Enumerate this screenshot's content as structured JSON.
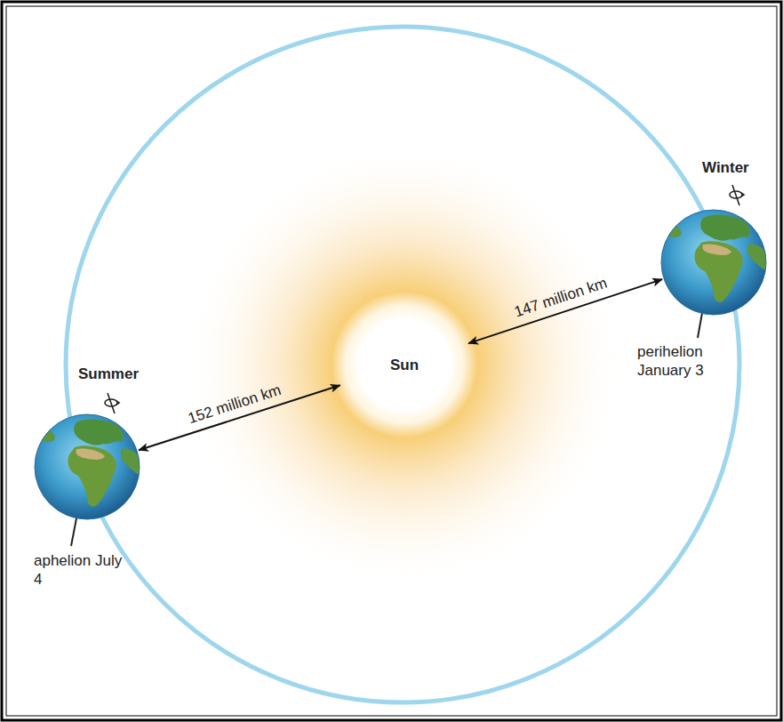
{
  "diagram": {
    "nodes": [
      {
        "text": [
          "Winter",
          "perihelion January 3"
        ]
      },
      {
        "text": [
          "Sun"
        ]
      },
      {
        "text": [
          "Summer",
          "aphelion July 4"
        ]
      }
    ],
    "edges": [
      {
        "from": 1,
        "to": 0,
        "arrow": "both",
        "label": "147 million km"
      },
      {
        "from": 1,
        "to": 2,
        "arrow": "both",
        "label": "152 million km"
      }
    ]
  }
}
